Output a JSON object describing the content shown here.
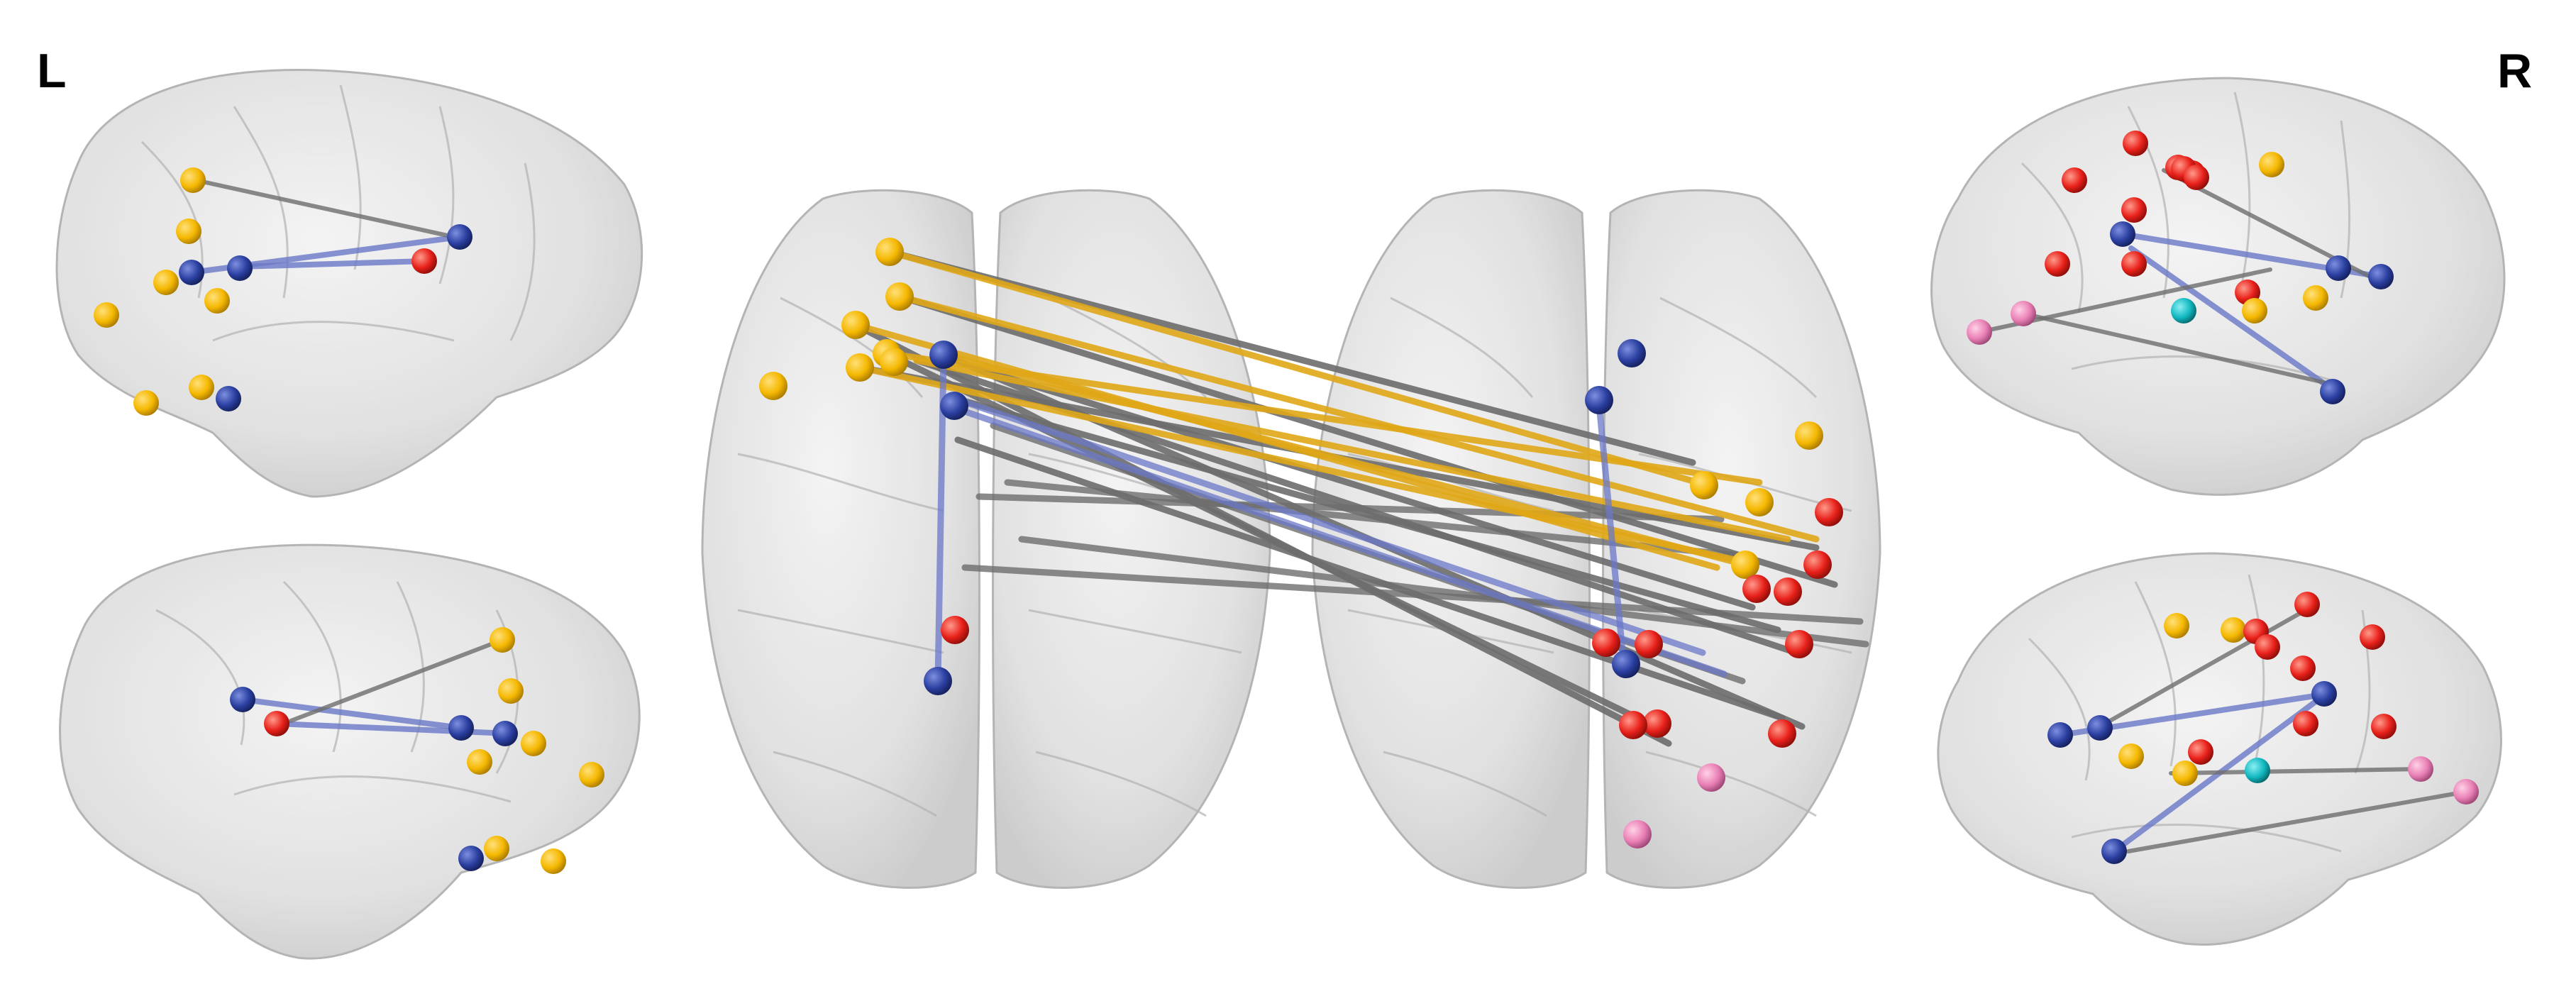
{
  "labels": {
    "left": "L",
    "right": "R"
  },
  "views": [
    "left-lateral",
    "left-medial",
    "axial-superior-left",
    "axial-superior-right",
    "right-lateral",
    "right-medial"
  ],
  "node_colors": {
    "yellow": "#f5b800",
    "blue": "#2a3fa0",
    "red": "#e8201a",
    "pink": "#e97fb5",
    "cyan": "#12b8c0"
  },
  "edge_colors": {
    "gray": "#6e6e6e",
    "blue": "#6a78c8",
    "yellow": "#e0a818"
  },
  "brain_fill": "#d9d9d9"
}
